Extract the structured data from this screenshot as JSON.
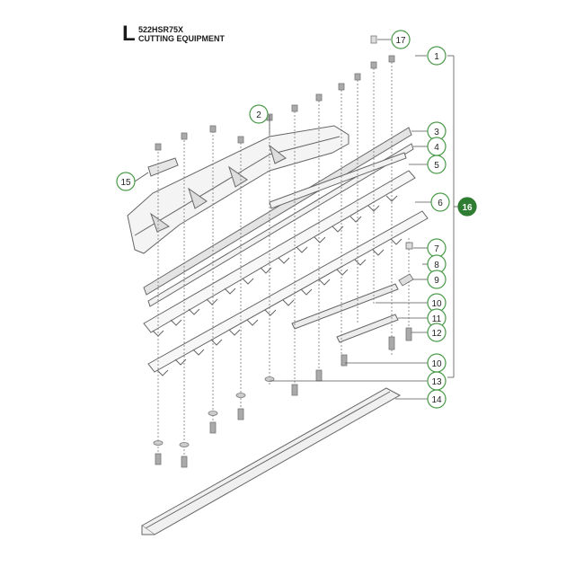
{
  "header": {
    "section_letter": "L",
    "model": "522HSR75X",
    "title": "CUTTING EQUIPMENT"
  },
  "colors": {
    "callout_stroke": "#4a9a4a",
    "callout_fill": "#ffffff",
    "highlight_fill": "#2f7d32",
    "line": "#555555"
  },
  "callouts": [
    {
      "id": "c1",
      "label": "1",
      "highlight": false
    },
    {
      "id": "c2",
      "label": "2",
      "highlight": false
    },
    {
      "id": "c3",
      "label": "3",
      "highlight": false
    },
    {
      "id": "c4",
      "label": "4",
      "highlight": false
    },
    {
      "id": "c5",
      "label": "5",
      "highlight": false
    },
    {
      "id": "c6",
      "label": "6",
      "highlight": false
    },
    {
      "id": "c7",
      "label": "7",
      "highlight": false
    },
    {
      "id": "c8",
      "label": "8",
      "highlight": false
    },
    {
      "id": "c9",
      "label": "9",
      "highlight": false
    },
    {
      "id": "c10a",
      "label": "10",
      "highlight": false
    },
    {
      "id": "c11",
      "label": "11",
      "highlight": false
    },
    {
      "id": "c12",
      "label": "12",
      "highlight": false
    },
    {
      "id": "c10b",
      "label": "10",
      "highlight": false
    },
    {
      "id": "c13",
      "label": "13",
      "highlight": false
    },
    {
      "id": "c14",
      "label": "14",
      "highlight": false
    },
    {
      "id": "c15",
      "label": "15",
      "highlight": false
    },
    {
      "id": "c16",
      "label": "16",
      "highlight": true
    },
    {
      "id": "c17",
      "label": "17",
      "highlight": false
    }
  ]
}
